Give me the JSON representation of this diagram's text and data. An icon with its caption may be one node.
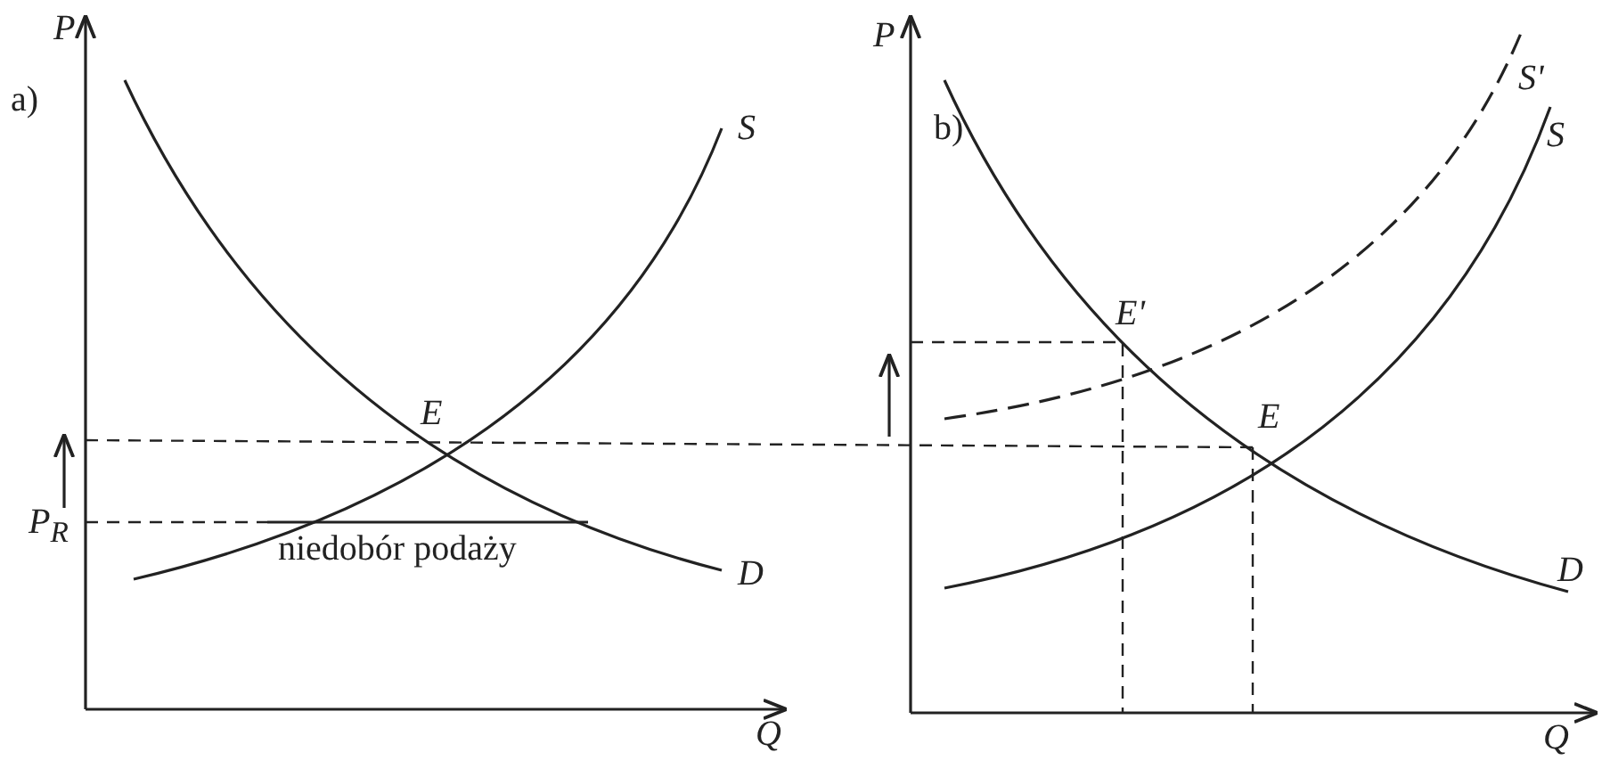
{
  "diagram": {
    "labels": [
      "P",
      "a)",
      "S",
      "E",
      "P$_{R}$",
      "niedobór podaży",
      "D",
      "Q",
      "P",
      "b)",
      "S'",
      "S",
      "E'",
      "E",
      "D",
      "Q"
    ]
  }
}
